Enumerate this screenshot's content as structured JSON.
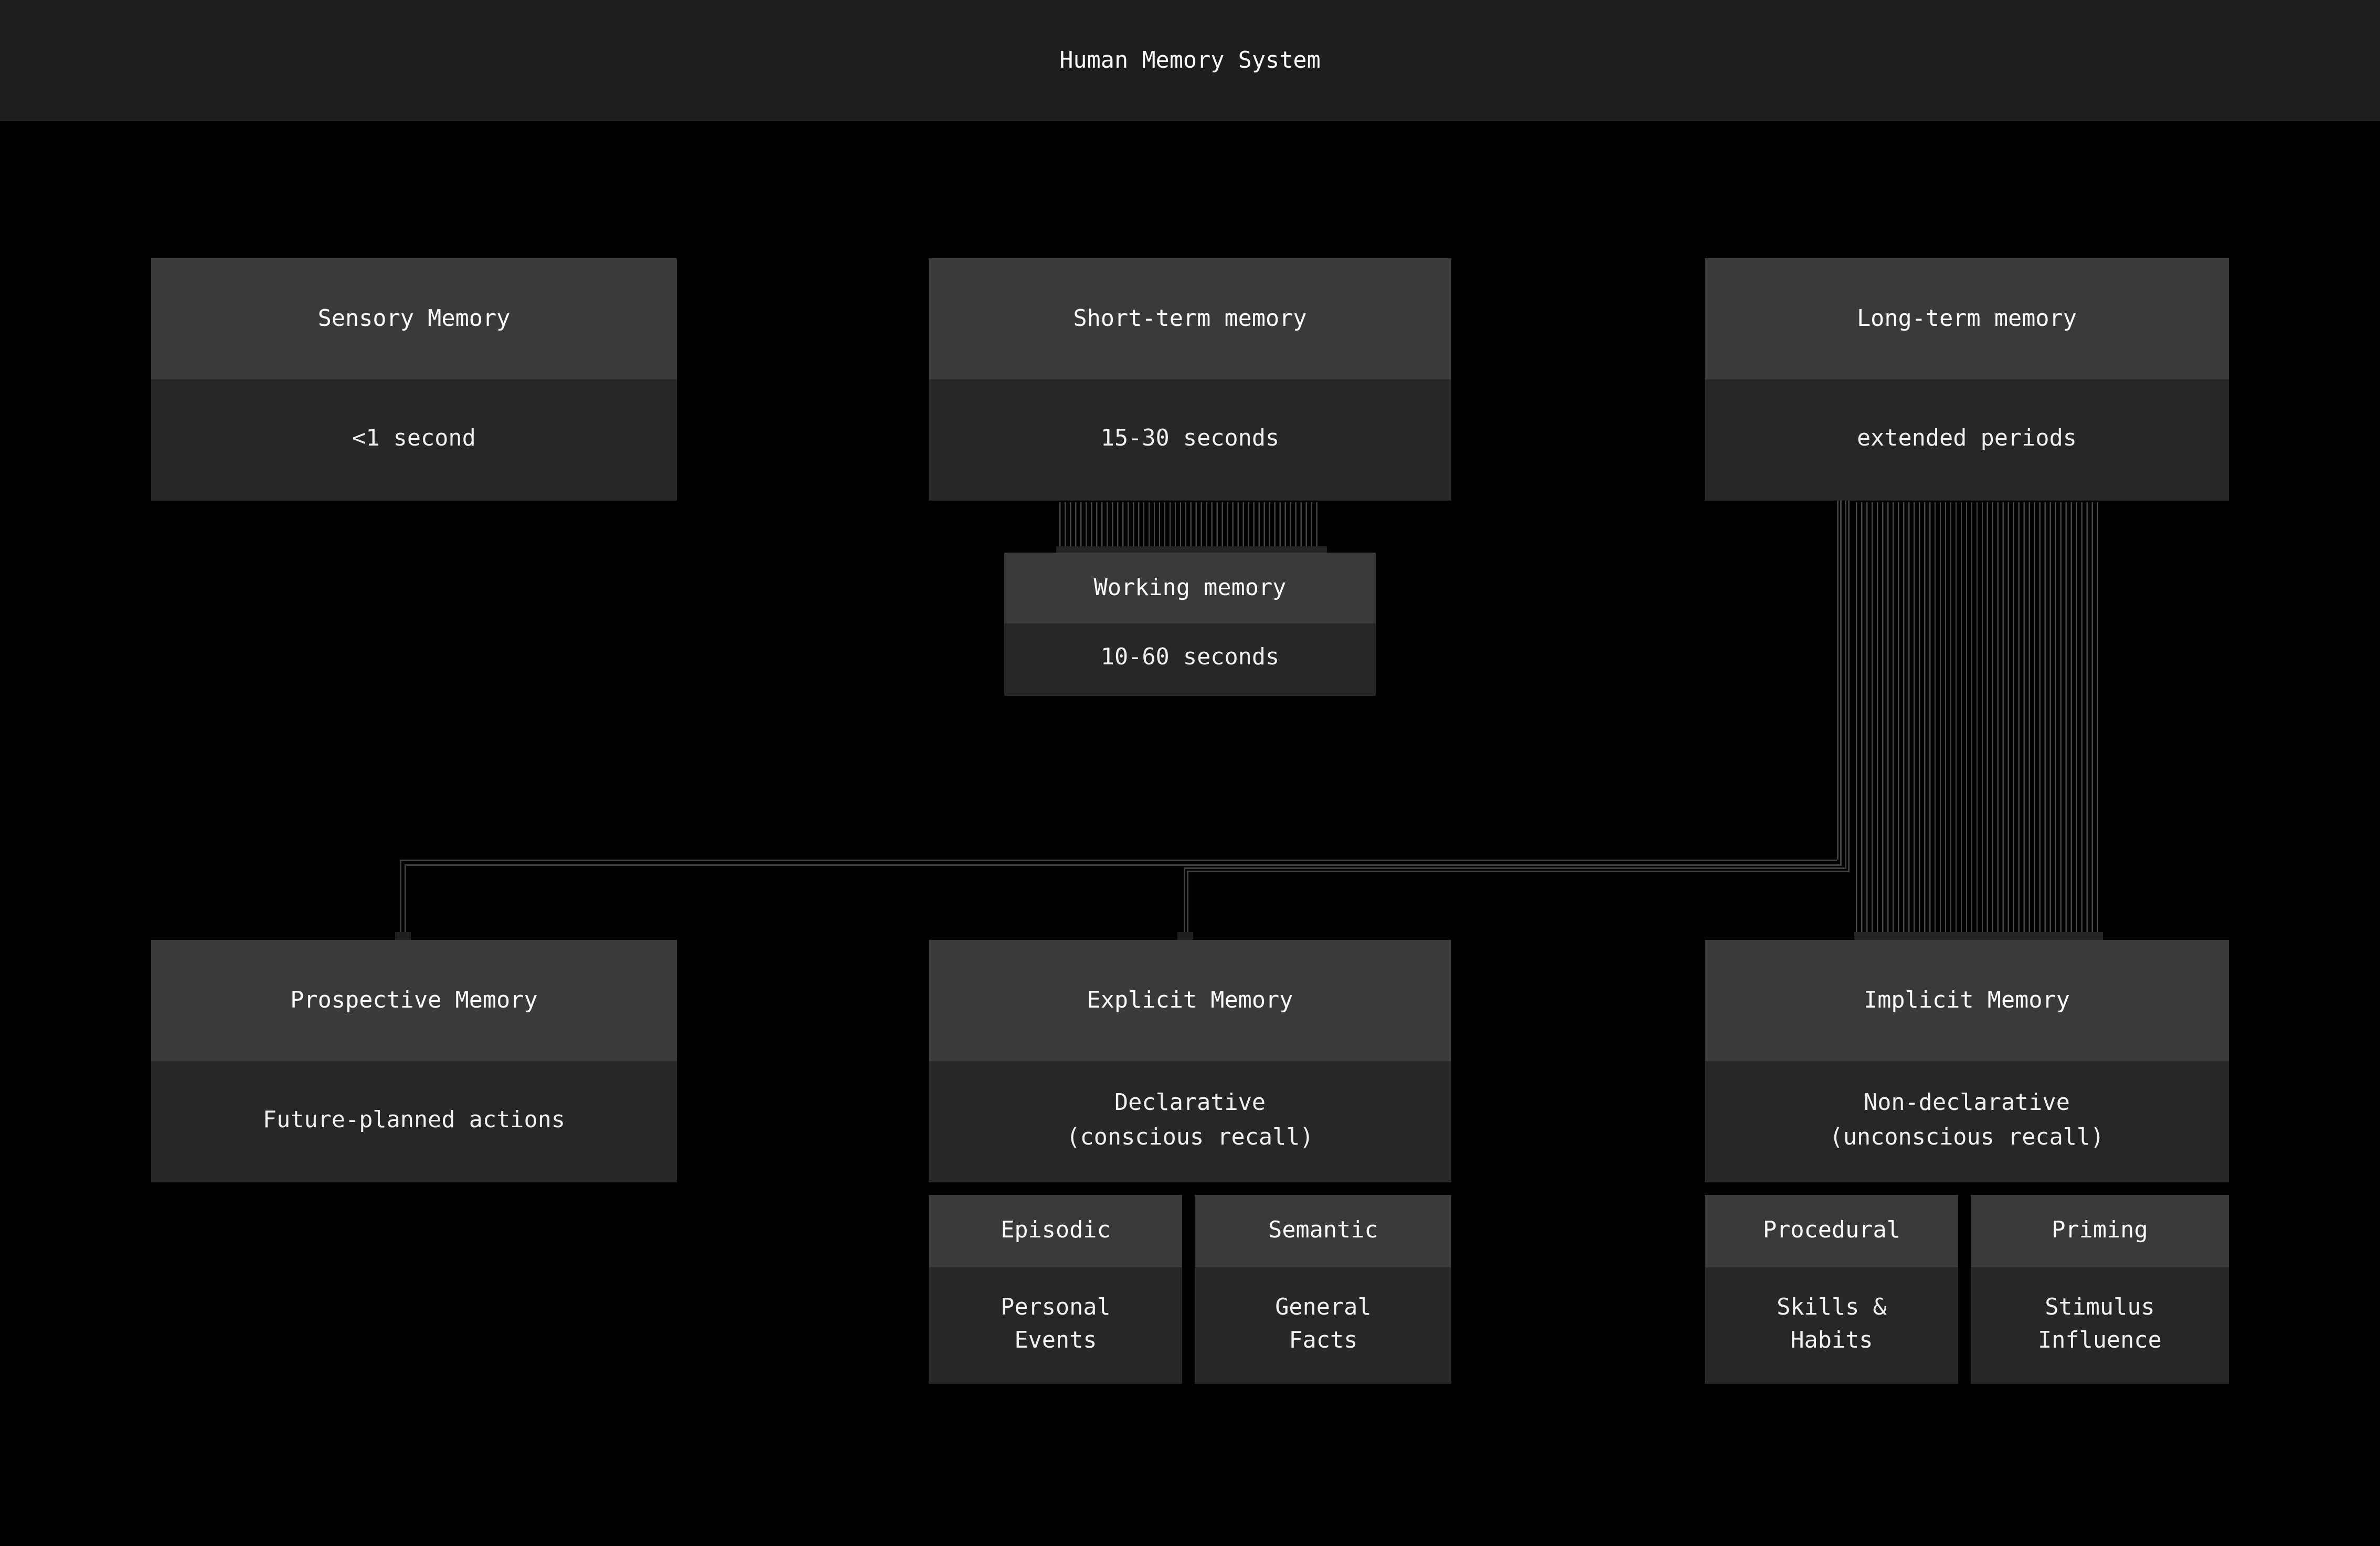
{
  "title": "Human Memory System",
  "colors": {
    "background": "#000000",
    "titlebar": "#1e1e1e",
    "node_header": "#3a3a3a",
    "node_body": "#272727",
    "edge_line": "#404040",
    "hatch_stripe": "#474747",
    "arrow_cap": "#242424",
    "arrow_nub": "#1f1f1f",
    "text": "#fafafa"
  },
  "nodes": {
    "sensory": {
      "label": "Sensory Memory",
      "sublabel": "<1 second"
    },
    "short_term": {
      "label": "Short-term memory",
      "sublabel": "15-30 seconds"
    },
    "long_term": {
      "label": "Long-term memory",
      "sublabel": "extended periods"
    },
    "working": {
      "label": "Working memory",
      "sublabel": "10-60 seconds"
    },
    "prospective": {
      "label": "Prospective Memory",
      "sublabel": "Future-planned actions"
    },
    "explicit": {
      "label": "Explicit Memory",
      "sublabel1": "Declarative",
      "sublabel2": "(conscious recall)"
    },
    "implicit": {
      "label": "Implicit Memory",
      "sublabel1": "Non-declarative",
      "sublabel2": "(unconscious recall)"
    },
    "episodic": {
      "label": "Episodic",
      "sublabel1": "Personal",
      "sublabel2": "Events"
    },
    "semantic": {
      "label": "Semantic",
      "sublabel1": "General",
      "sublabel2": "Facts"
    },
    "procedural": {
      "label": "Procedural",
      "sublabel1": "Skills &",
      "sublabel2": "Habits"
    },
    "priming": {
      "label": "Priming",
      "sublabel1": "Stimulus",
      "sublabel2": "Influence"
    }
  },
  "edges": [
    {
      "from": "Short-term memory",
      "to": "Working memory",
      "style": "hatched-ribbon"
    },
    {
      "from": "Long-term memory",
      "to": "Implicit Memory",
      "style": "hatched-ribbon"
    },
    {
      "from": "Long-term memory",
      "to": "Prospective Memory",
      "style": "double-elbow-line"
    },
    {
      "from": "Long-term memory",
      "to": "Explicit Memory",
      "style": "double-elbow-line"
    }
  ]
}
